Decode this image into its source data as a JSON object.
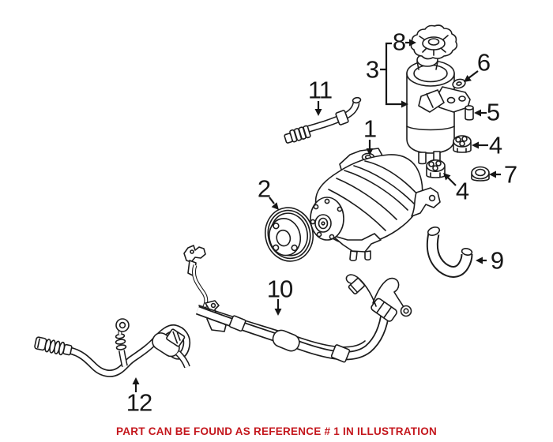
{
  "diagram": {
    "type": "parts-illustration",
    "subject": "power steering pump, fluid reservoir and hose exploded parts diagram",
    "background_color": "#ffffff",
    "line_color": "#1c1c1c",
    "caption": {
      "text": "PART CAN BE FOUND AS REFERENCE # 1 IN ILLUSTRATION",
      "color": "#C4161C",
      "highlighted_reference": "1"
    },
    "callouts": [
      {
        "ref": "1",
        "target": "power-steering-pump"
      },
      {
        "ref": "2",
        "target": "pulley"
      },
      {
        "ref": "3",
        "target": "fluid-reservoir"
      },
      {
        "ref": "4",
        "target": "rubber-grommet-upper"
      },
      {
        "ref": "4",
        "target": "rubber-grommet-lower"
      },
      {
        "ref": "5",
        "target": "spacer-bushing"
      },
      {
        "ref": "6",
        "target": "seal-washer"
      },
      {
        "ref": "7",
        "target": "nut"
      },
      {
        "ref": "8",
        "target": "reservoir-cap"
      },
      {
        "ref": "9",
        "target": "suction-hose"
      },
      {
        "ref": "10",
        "target": "pressure-hose-assembly"
      },
      {
        "ref": "11",
        "target": "reservoir-hose"
      },
      {
        "ref": "12",
        "target": "return-hose-assembly"
      }
    ]
  }
}
